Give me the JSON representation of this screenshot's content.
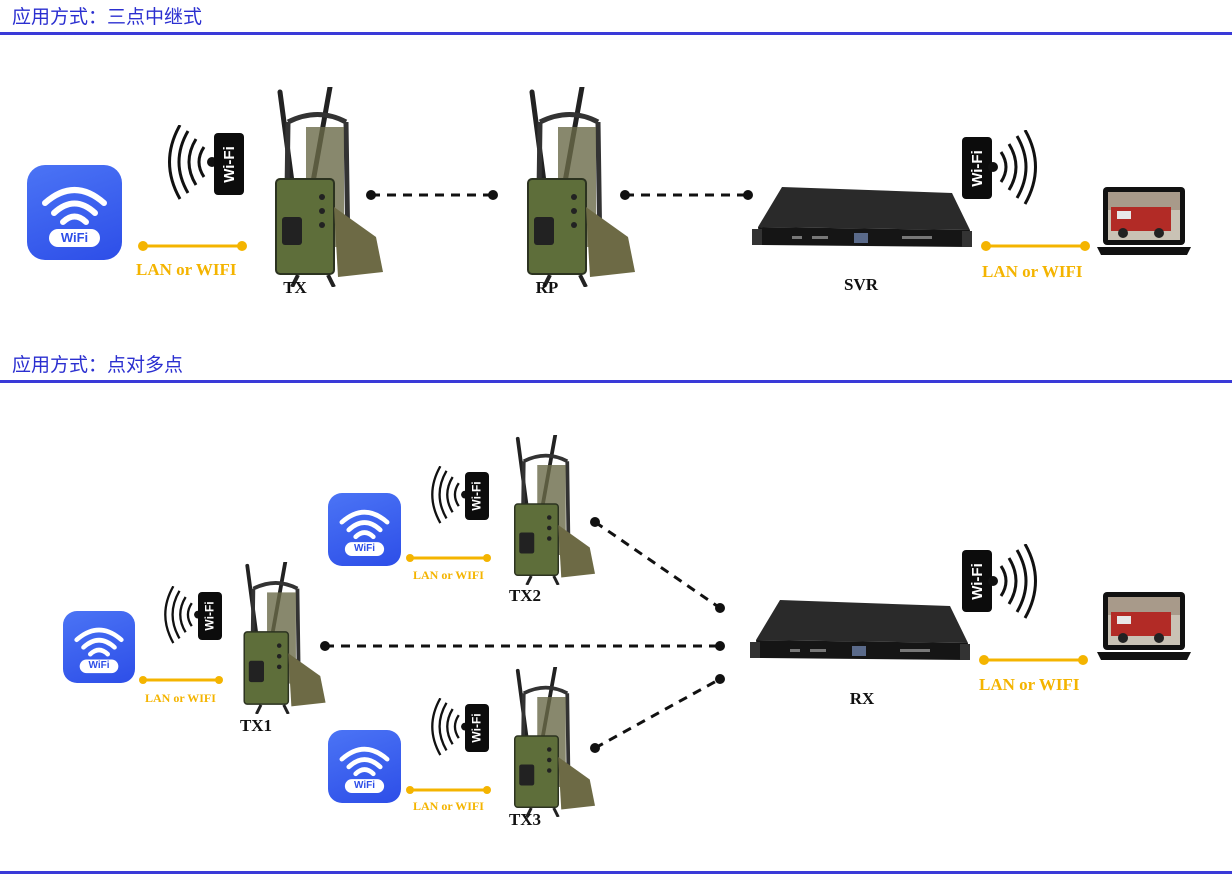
{
  "sections": [
    {
      "title": "应用方式：三点中继式"
    },
    {
      "title": "应用方式：点对多点"
    }
  ],
  "relay": {
    "nodes": {
      "tx": "TX",
      "rp": "RP",
      "svr": "SVR"
    },
    "link_left": "LAN or WIFI",
    "link_right": "LAN or WIFI"
  },
  "multipoint": {
    "nodes": {
      "tx1": "TX1",
      "tx2": "TX2",
      "tx3": "TX3",
      "rx": "RX"
    },
    "link_tx1": "LAN or WIFI",
    "link_tx2": "LAN or WIFI",
    "link_tx3": "LAN or WIFI",
    "link_rx": "LAN or WIFI"
  },
  "icons": {
    "wifi_app_text": "WiFi",
    "wifi_badge_text": "Wi-Fi",
    "wifi_app": "wifi-app-icon",
    "wifi_badge": "wifi-signal-icon",
    "transmitter": "backpack-transmitter-icon",
    "receiver": "rack-receiver-icon",
    "laptop": "laptop-icon"
  },
  "colors": {
    "title": "#2b2fd0",
    "rule": "#3a3ad8",
    "link": "#f4b400",
    "wifi_app": "#3a5cf0",
    "device_green": "#5e6e3a"
  }
}
